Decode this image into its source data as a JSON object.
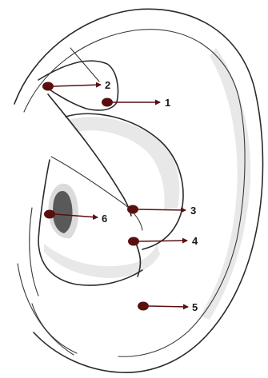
{
  "diagram": {
    "point_color": "#5a0f0f",
    "arrow_color": "#5a0f0f",
    "points": [
      {
        "id": "1",
        "label": "1"
      },
      {
        "id": "2",
        "label": "2"
      },
      {
        "id": "3",
        "label": "3"
      },
      {
        "id": "4",
        "label": "4"
      },
      {
        "id": "5",
        "label": "5"
      },
      {
        "id": "6",
        "label": "6"
      }
    ]
  }
}
